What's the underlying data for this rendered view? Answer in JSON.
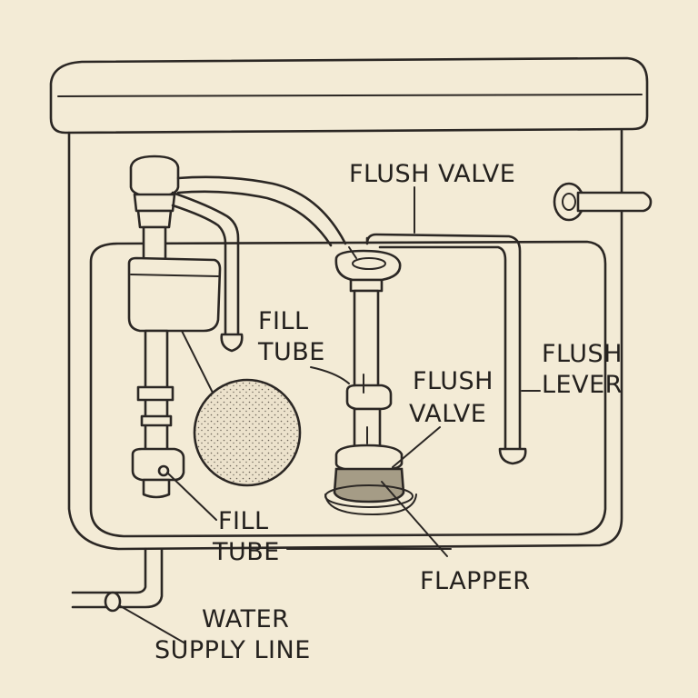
{
  "labels": {
    "flush_valve_top": "FLUSH VALVE",
    "fill_tube_middle_1": "FILL",
    "fill_tube_middle_2": "TUBE",
    "flush_lever_1": "FLUSH",
    "flush_lever_2": "LEVER",
    "flush_valve_middle_1": "FLUSH",
    "flush_valve_middle_2": "VALVE",
    "fill_tube_bottom_1": "FILL",
    "fill_tube_bottom_2": "TUBE",
    "flapper": "FLAPPER",
    "water_supply_1": "WATER",
    "water_supply_2": "SUPPLY LINE"
  },
  "colors": {
    "paper": "#f3ebd6",
    "ink": "#2b2724",
    "flapper_fill": "#a59c86",
    "float_fill": "#ece2cc"
  }
}
